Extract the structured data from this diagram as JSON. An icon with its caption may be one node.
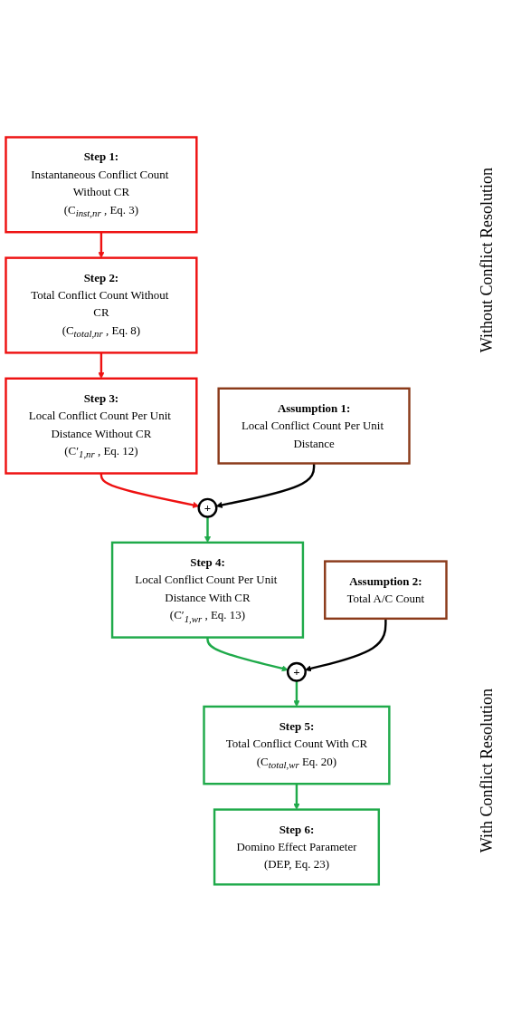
{
  "diagram": {
    "nodes": [
      {
        "text": [
          "Step 1:",
          "Instantaneous Conflict Count Without CR",
          "(C$_{inst,nr}$ , Eq. 3)"
        ]
      },
      {
        "text": [
          "Step 2:",
          "Total Conflict Count Without CR",
          "(C$_{total,nr}$ , Eq. 8)"
        ]
      },
      {
        "text": [
          "Step 3:",
          "Local Conflict Count Per Unit Distance Without CR",
          "(C′$_{1,nr}$ , Eq. 12)"
        ]
      },
      {
        "text": [
          "Assumption 1:",
          "Local Conflict Count Per Unit Distance"
        ]
      },
      {
        "text": [
          "+"
        ]
      },
      {
        "text": [
          "Step 4:",
          "Local Conflict Count Per Unit Distance With CR",
          "(C′$_{1,wr}$ , Eq. 13)"
        ]
      },
      {
        "text": [
          "Assumption 2:",
          "Total A/C Count"
        ]
      },
      {
        "text": [
          "+"
        ]
      },
      {
        "text": [
          "Step 5:",
          "Total Conflict Count With CR",
          "(C$_{total,wr}$ Eq. 20)"
        ]
      },
      {
        "text": [
          "Step 6:",
          "Domino Effect Parameter",
          "(DEP, Eq. 23)"
        ]
      }
    ],
    "edges": [
      {
        "from": 0,
        "to": 1,
        "arrow": "to",
        "color": "#ee1111"
      },
      {
        "from": 1,
        "to": 2,
        "arrow": "to",
        "color": "#ee1111"
      },
      {
        "from": 2,
        "to": 4,
        "arrow": "to",
        "color": "#ee1111"
      },
      {
        "from": 3,
        "to": 4,
        "arrow": "to",
        "color": "#000000"
      },
      {
        "from": 4,
        "to": 5,
        "arrow": "to"
      },
      {
        "from": 5,
        "to": 7,
        "arrow": "to"
      },
      {
        "from": 6,
        "to": 7,
        "arrow": "to",
        "color": "#000000"
      },
      {
        "from": 7,
        "to": 8,
        "arrow": "to"
      },
      {
        "from": 8,
        "to": 9,
        "arrow": "to"
      }
    ],
    "labels": [
      "Without Conflict Resolution",
      "With Conflict Resolution"
    ]
  }
}
